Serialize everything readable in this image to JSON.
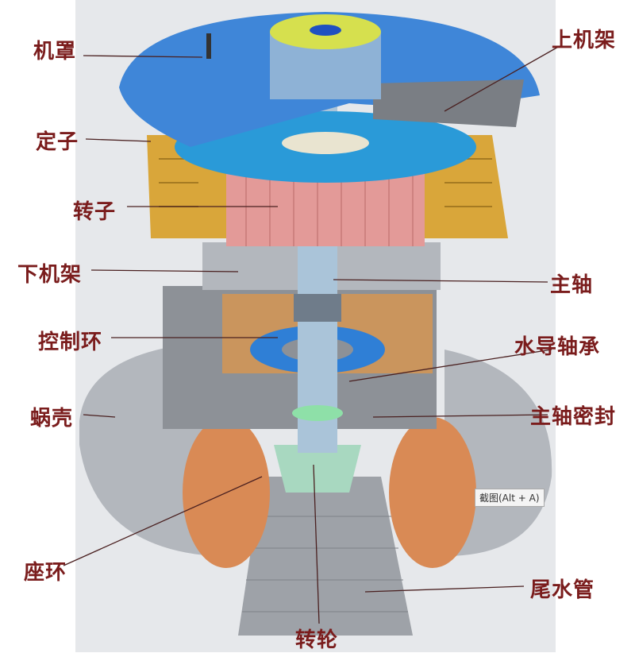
{
  "diagram": {
    "labels": {
      "hood": "机罩",
      "upper_bracket": "上机架",
      "stator": "定子",
      "rotor": "转子",
      "lower_bracket": "下机架",
      "main_shaft": "主轴",
      "control_ring": "控制环",
      "water_guide_bearing": "水导轴承",
      "spiral_case": "蜗壳",
      "shaft_seal": "主轴密封",
      "stay_ring": "座环",
      "draft_tube": "尾水管",
      "runner": "转轮"
    },
    "tooltip": "截图(Alt + A)",
    "colors": {
      "label": "#7a1c1c",
      "hood": "#3f86d8",
      "rotor": "#e39a98",
      "stator": "#d9a63a",
      "casing": "#a9adb4",
      "copper": "#d98a55"
    }
  }
}
